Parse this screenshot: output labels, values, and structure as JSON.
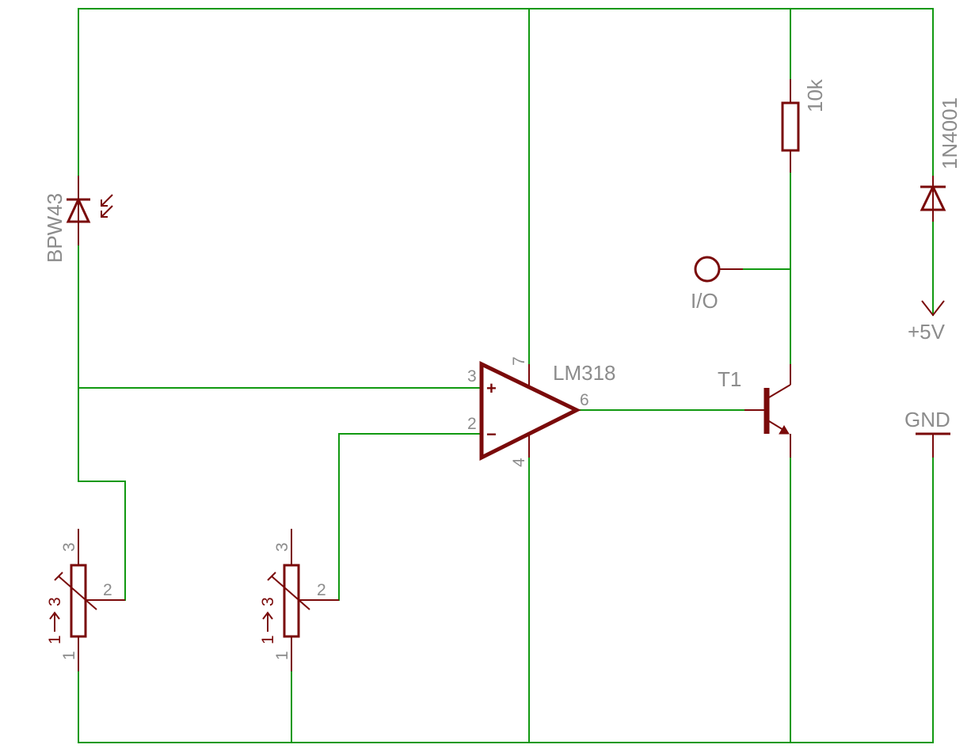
{
  "components": {
    "photodiode": {
      "name": "BPW43"
    },
    "resistor": {
      "value": "10k"
    },
    "diode": {
      "name": "1N4001"
    },
    "opamp": {
      "name": "LM318",
      "pins": {
        "noninv": "3",
        "inv": "2",
        "vplus": "7",
        "vminus": "4",
        "out": "6"
      },
      "plus_sign": "+",
      "minus_sign": "−"
    },
    "transistor": {
      "name": "T1"
    },
    "io_terminal": {
      "label": "I/O"
    },
    "supply": {
      "label": "+5V"
    },
    "ground": {
      "label": "GND"
    },
    "trimpot_left": {
      "pin_top": "3",
      "pin_wiper": "2",
      "pin_bottom": "1",
      "symbol_a": "1",
      "symbol_b": "3"
    },
    "trimpot_mid": {
      "pin_top": "3",
      "pin_wiper": "2",
      "pin_bottom": "1",
      "symbol_a": "1",
      "symbol_b": "3"
    }
  }
}
